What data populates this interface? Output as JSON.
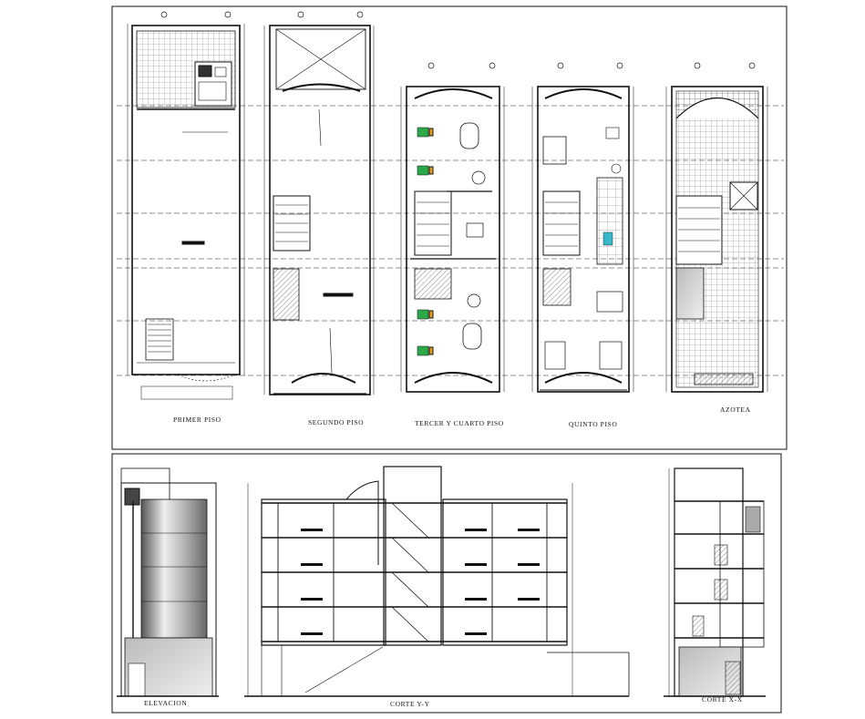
{
  "labels": {
    "primer_piso": "PRIMER PISO",
    "segundo_piso": "SEGUNDO PISO",
    "tercer_cuarto_piso": "TERCER Y CUARTO PISO",
    "quinto_piso": "QUINTO PISO",
    "azotea": "AZOTEA",
    "elevacion": "ELEVACION",
    "corte_yy": "CORTE Y-Y",
    "corte_xx": "CORTE X-X"
  },
  "colors": {
    "line": "#111111",
    "paper": "#ffffff",
    "furniture_accent": "#2aa84a",
    "furniture_accent2": "#e8a020",
    "stair_cyan": "#38b8c8"
  }
}
